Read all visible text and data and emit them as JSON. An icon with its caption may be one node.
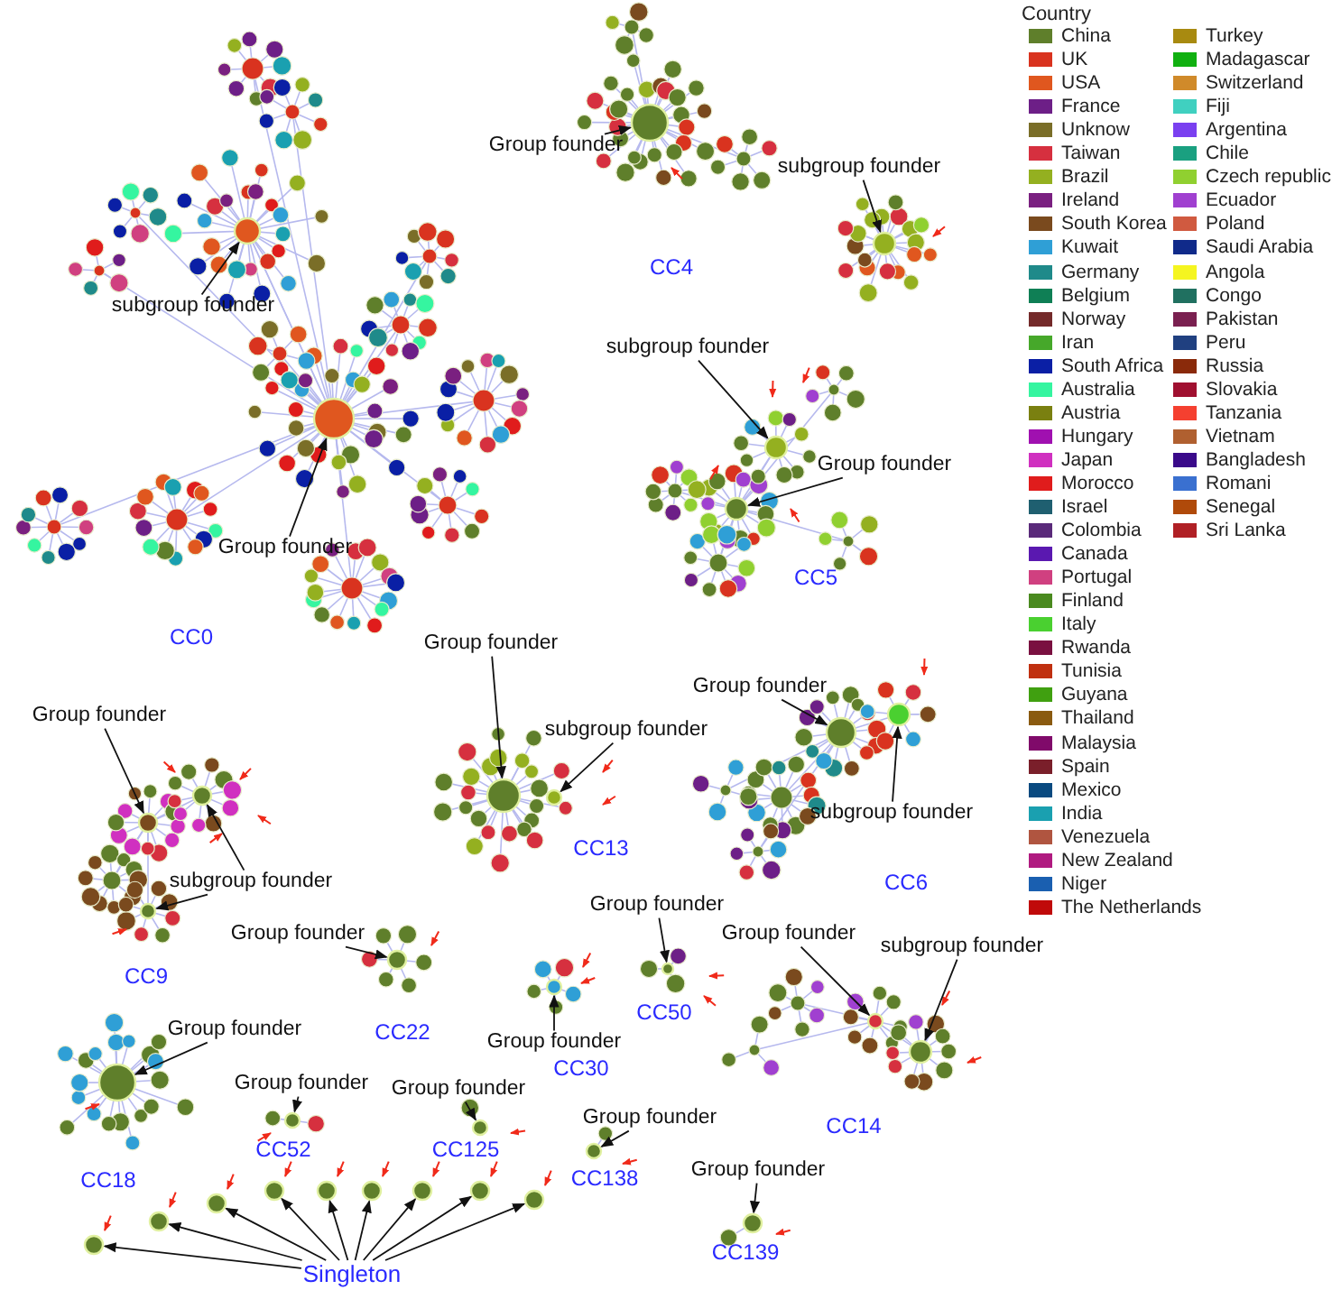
{
  "diagram": {
    "nodes": [
      {
        "text": [
          "Group founder"
        ]
      },
      {
        "text": [],
        "shape": "circle"
      },
      {
        "text": [
          "subgroup founder"
        ]
      },
      {
        "text": [],
        "shape": "circle"
      },
      {
        "text": [
          "subgroup founder"
        ]
      },
      {
        "text": [],
        "shape": "circle"
      },
      {
        "text": [
          "subgroup founder"
        ]
      },
      {
        "text": [],
        "shape": "circle"
      },
      {
        "text": [
          "Group founder"
        ]
      },
      {
        "text": [],
        "shape": "circle"
      },
      {
        "text": [
          "Group founder"
        ]
      },
      {
        "text": [],
        "shape": "circle"
      },
      {
        "text": [
          "Group founder"
        ]
      },
      {
        "text": [],
        "shape": "circle"
      },
      {
        "text": [
          "Group founder"
        ]
      },
      {
        "text": [],
        "shape": "circle"
      },
      {
        "text": [
          "subgroup founder"
        ]
      },
      {
        "text": [],
        "shape": "circle"
      },
      {
        "text": [
          "Group founder"
        ]
      },
      {
        "text": [],
        "shape": "circle"
      },
      {
        "text": [
          "subgroup founder"
        ]
      },
      {
        "text": [],
        "shape": "circle"
      },
      {
        "text": [
          "subgroup founder"
        ]
      },
      {
        "text": [],
        "shape": "circle"
      },
      {
        "text": [],
        "shape": "circle"
      },
      {
        "text": [
          "Group founder"
        ]
      },
      {
        "text": [],
        "shape": "circle"
      },
      {
        "text": [
          "Group founder"
        ]
      },
      {
        "text": [],
        "shape": "circle"
      },
      {
        "text": [
          "Group founder"
        ]
      },
      {
        "text": [],
        "shape": "circle"
      },
      {
        "text": [
          "subgroup founder"
        ]
      },
      {
        "text": [],
        "shape": "circle"
      },
      {
        "text": [
          "Group founder"
        ]
      },
      {
        "text": [],
        "shape": "circle"
      },
      {
        "text": [
          "Group founder"
        ]
      },
      {
        "text": [],
        "shape": "circle"
      },
      {
        "text": [
          "Group founder"
        ]
      },
      {
        "text": [],
        "shape": "circle"
      },
      {
        "text": [
          "Group founder"
        ]
      },
      {
        "text": [],
        "shape": "circle"
      },
      {
        "text": [
          "Group founder"
        ]
      },
      {
        "text": [],
        "shape": "circle"
      },
      {
        "text": [
          "Group founder"
        ]
      },
      {
        "text": [],
        "shape": "circle"
      },
      {
        "text": [],
        "shape": "circle"
      },
      {
        "text": [],
        "shape": "circle"
      },
      {
        "text": [],
        "shape": "circle"
      },
      {
        "text": [],
        "shape": "circle"
      },
      {
        "text": [],
        "shape": "circle"
      },
      {
        "text": [],
        "shape": "circle"
      },
      {
        "text": [],
        "shape": "circle"
      },
      {
        "text": [],
        "shape": "circle"
      },
      {
        "text": [],
        "shape": "circle"
      },
      {
        "text": [
          "Singleton"
        ]
      }
    ],
    "edges": [
      {
        "from": 0,
        "to": 1,
        "arrow": "to"
      },
      {
        "from": 2,
        "to": 3,
        "arrow": "to"
      },
      {
        "from": 4,
        "to": 5,
        "arrow": "to"
      },
      {
        "from": 6,
        "to": 7,
        "arrow": "to"
      },
      {
        "from": 8,
        "to": 9,
        "arrow": "to"
      },
      {
        "from": 10,
        "to": 11,
        "arrow": "to"
      },
      {
        "from": 12,
        "to": 13,
        "arrow": "to"
      },
      {
        "from": 14,
        "to": 15,
        "arrow": "to"
      },
      {
        "from": 16,
        "to": 17,
        "arrow": "to"
      },
      {
        "from": 18,
        "to": 19,
        "arrow": "to"
      },
      {
        "from": 20,
        "to": 21,
        "arrow": "to"
      },
      {
        "from": 22,
        "to": 23,
        "arrow": "to"
      },
      {
        "from": 22,
        "to": 24,
        "arrow": "to"
      },
      {
        "from": 25,
        "to": 26,
        "arrow": "to"
      },
      {
        "from": 27,
        "to": 28,
        "arrow": "to"
      },
      {
        "from": 29,
        "to": 30,
        "arrow": "to"
      },
      {
        "from": 31,
        "to": 32,
        "arrow": "to"
      },
      {
        "from": 33,
        "to": 34,
        "arrow": "to"
      },
      {
        "from": 35,
        "to": 36,
        "arrow": "to"
      },
      {
        "from": 37,
        "to": 38,
        "arrow": "to"
      },
      {
        "from": 39,
        "to": 40,
        "arrow": "to"
      },
      {
        "from": 41,
        "to": 42,
        "arrow": "to"
      },
      {
        "from": 43,
        "to": 44,
        "arrow": "to"
      },
      {
        "from": 54,
        "to": 45,
        "arrow": "to"
      },
      {
        "from": 54,
        "to": 46,
        "arrow": "to"
      },
      {
        "from": 54,
        "to": 47,
        "arrow": "to"
      },
      {
        "from": 54,
        "to": 48,
        "arrow": "to"
      },
      {
        "from": 54,
        "to": 49,
        "arrow": "to"
      },
      {
        "from": 54,
        "to": 50,
        "arrow": "to"
      },
      {
        "from": 54,
        "to": 51,
        "arrow": "to"
      },
      {
        "from": 54,
        "to": 52,
        "arrow": "to"
      },
      {
        "from": 54,
        "to": 53,
        "arrow": "to"
      }
    ],
    "labels": [
      "Country",
      "CC4",
      "CC5",
      "CC0",
      "CC13",
      "CC6",
      "CC9",
      "CC50",
      "CC22",
      "CC30",
      "CC14",
      "CC52",
      "CC125",
      "CC18",
      "CC138",
      "CC139"
    ],
    "legend": [
      {
        "text": "China",
        "color": "#5f7f2b"
      },
      {
        "text": "UK",
        "color": "#d9331f"
      },
      {
        "text": "USA",
        "color": "#e0571f"
      },
      {
        "text": "France",
        "color": "#6d1f87"
      },
      {
        "text": "Unknow",
        "color": "#7a6e28"
      },
      {
        "text": "Taiwan",
        "color": "#d6303f"
      },
      {
        "text": "Brazil",
        "color": "#94b020"
      },
      {
        "text": "Ireland",
        "color": "#7a2080"
      },
      {
        "text": "South Korea",
        "color": "#7a4a1e"
      },
      {
        "text": "Kuwait",
        "color": "#2f9fd6"
      },
      {
        "text": "Germany",
        "color": "#1f8a8a"
      },
      {
        "text": "Belgium",
        "color": "#0f7f55"
      },
      {
        "text": "Norway",
        "color": "#742a2a"
      },
      {
        "text": "Iran",
        "color": "#46a82a"
      },
      {
        "text": "South Africa",
        "color": "#0a1fa5"
      },
      {
        "text": "Australia",
        "color": "#35f5a0"
      },
      {
        "text": "Austria",
        "color": "#7a8010"
      },
      {
        "text": "Hungary",
        "color": "#a010b0"
      },
      {
        "text": "Japan",
        "color": "#d030c0"
      },
      {
        "text": "Morocco",
        "color": "#e01c1c"
      },
      {
        "text": "Israel",
        "color": "#1f5f70"
      },
      {
        "text": "Colombia",
        "color": "#5a2a7a"
      },
      {
        "text": "Canada",
        "color": "#5a18b0"
      },
      {
        "text": "Portugal",
        "color": "#d04080"
      },
      {
        "text": "Finland",
        "color": "#4a8a1f"
      },
      {
        "text": "Italy",
        "color": "#4ad030"
      },
      {
        "text": "Rwanda",
        "color": "#7a1040"
      },
      {
        "text": "Tunisia",
        "color": "#c03010"
      },
      {
        "text": "Guyana",
        "color": "#40a010"
      },
      {
        "text": "Thailand",
        "color": "#8a5a10"
      },
      {
        "text": "Malaysia",
        "color": "#800a6a"
      },
      {
        "text": "Spain",
        "color": "#7a1f2a"
      },
      {
        "text": "Mexico",
        "color": "#0a4a80"
      },
      {
        "text": "India",
        "color": "#1aa0b0"
      },
      {
        "text": "Venezuela",
        "color": "#b05540"
      },
      {
        "text": "New Zealand",
        "color": "#b01a80"
      },
      {
        "text": "Niger",
        "color": "#1a5fb0"
      },
      {
        "text": "The Netherlands",
        "color": "#c00a0a"
      },
      {
        "text": "Turkey",
        "color": "#a88a10"
      },
      {
        "text": "Madagascar",
        "color": "#10b010"
      },
      {
        "text": "Switzerland",
        "color": "#d08a2a"
      },
      {
        "text": "Fiji",
        "color": "#40d0c0"
      },
      {
        "text": "Argentina",
        "color": "#7a40f0"
      },
      {
        "text": "Chile",
        "color": "#1aa080"
      },
      {
        "text": "Czech republic",
        "color": "#90d030"
      },
      {
        "text": "Ecuador",
        "color": "#a040d0"
      },
      {
        "text": "Poland",
        "color": "#d05a40"
      },
      {
        "text": "Saudi Arabia",
        "color": "#102a8a"
      },
      {
        "text": "Angola",
        "color": "#f5f520"
      },
      {
        "text": "Congo",
        "color": "#207060"
      },
      {
        "text": "Pakistan",
        "color": "#7a2050"
      },
      {
        "text": "Peru",
        "color": "#204080"
      },
      {
        "text": "Russia",
        "color": "#8a2a0a"
      },
      {
        "text": "Slovakia",
        "color": "#a01030"
      },
      {
        "text": "Tanzania",
        "color": "#f54030"
      },
      {
        "text": "Vietnam",
        "color": "#b06030"
      },
      {
        "text": "Bangladesh",
        "color": "#3a0a8a"
      },
      {
        "text": "Romani",
        "color": "#3a70d0"
      },
      {
        "text": "Senegal",
        "color": "#b04a0a"
      },
      {
        "text": "Sri Lanka",
        "color": "#b02025"
      }
    ]
  }
}
